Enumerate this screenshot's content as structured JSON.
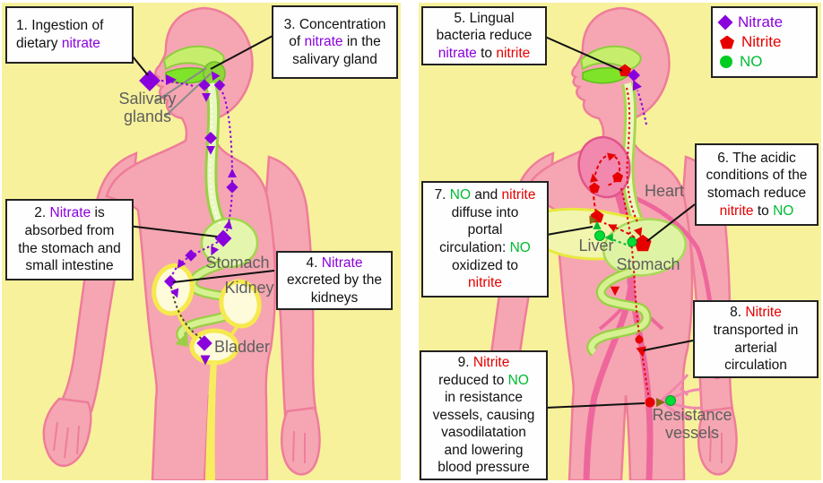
{
  "colors": {
    "purple": "#8A00DD",
    "red": "#E60000",
    "green": "#00BB33",
    "background_yellow": "#F8F19B",
    "body_pink": "#F5A6B2",
    "organ_green": "#C6EE6C",
    "organ_yellow": "#FEFBDA",
    "label_gray": "#5E5E5E"
  },
  "legend": {
    "items": [
      {
        "icon": "diamond",
        "label": "Nitrate",
        "color": "purple"
      },
      {
        "icon": "pentagon",
        "label": "Nitrite",
        "color": "red"
      },
      {
        "icon": "circle",
        "label": "NO",
        "color": "green"
      }
    ]
  },
  "left_panel": {
    "boxes": [
      {
        "step": "1",
        "segments": [
          {
            "t": "1. Ingestion of\ndietary "
          },
          {
            "t": "nitrate",
            "c": "purple"
          }
        ]
      },
      {
        "step": "2",
        "segments": [
          {
            "t": "2. "
          },
          {
            "t": "Nitrate",
            "c": "purple"
          },
          {
            "t": " is\nabsorbed from\nthe stomach and\nsmall intestine"
          }
        ]
      },
      {
        "step": "3",
        "segments": [
          {
            "t": "3. Concentration\nof "
          },
          {
            "t": "nitrate",
            "c": "purple"
          },
          {
            "t": " in the\nsalivary gland"
          }
        ]
      },
      {
        "step": "4",
        "segments": [
          {
            "t": "4. "
          },
          {
            "t": "Nitrate",
            "c": "purple"
          },
          {
            "t": "\nexcreted by the\nkidneys"
          }
        ]
      }
    ],
    "labels": {
      "salivary_glands": "Salivary\nglands",
      "stomach": "Stomach",
      "kidney": "Kidney",
      "bladder": "Bladder"
    }
  },
  "right_panel": {
    "boxes": [
      {
        "step": "5",
        "segments": [
          {
            "t": "5. Lingual\nbacteria reduce\n"
          },
          {
            "t": "nitrate",
            "c": "purple"
          },
          {
            "t": " to "
          },
          {
            "t": "nitrite",
            "c": "red"
          }
        ]
      },
      {
        "step": "6",
        "segments": [
          {
            "t": "6. The acidic\nconditions of the\nstomach reduce\n"
          },
          {
            "t": "nitrite",
            "c": "red"
          },
          {
            "t": " to "
          },
          {
            "t": "NO",
            "c": "green"
          }
        ]
      },
      {
        "step": "7",
        "segments": [
          {
            "t": "7. "
          },
          {
            "t": "NO",
            "c": "green"
          },
          {
            "t": " and "
          },
          {
            "t": "nitrite",
            "c": "red"
          },
          {
            "t": "\ndiffuse into\nportal\ncirculation: "
          },
          {
            "t": "NO",
            "c": "green"
          },
          {
            "t": "\noxidized to\n"
          },
          {
            "t": "nitrite",
            "c": "red"
          }
        ]
      },
      {
        "step": "8",
        "segments": [
          {
            "t": "8. "
          },
          {
            "t": "Nitrite",
            "c": "red"
          },
          {
            "t": "\ntransported in\narterial\ncirculation"
          }
        ]
      },
      {
        "step": "9",
        "segments": [
          {
            "t": "9. "
          },
          {
            "t": "Nitrite",
            "c": "red"
          },
          {
            "t": "\nreduced to "
          },
          {
            "t": "NO",
            "c": "green"
          },
          {
            "t": "\nin resistance\nvessels, causing\nvasodilatation\nand lowering\nblood pressure"
          }
        ]
      }
    ],
    "labels": {
      "heart": "Heart",
      "liver": "Liver",
      "stomach": "Stomach",
      "resistance_vessels": "Resistance\nvessels"
    }
  }
}
